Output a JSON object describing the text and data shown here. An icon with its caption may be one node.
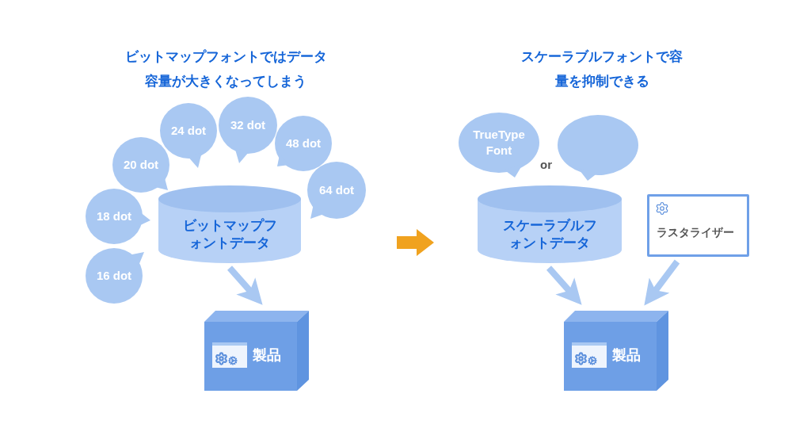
{
  "diagram": {
    "nodes": [
      {
        "text": [
          "16 dot"
        ]
      },
      {
        "text": [
          "18 dot"
        ]
      },
      {
        "text": [
          "20 dot"
        ]
      },
      {
        "text": [
          "24 dot"
        ]
      },
      {
        "text": [
          "32 dot"
        ]
      },
      {
        "text": [
          "48 dot"
        ]
      },
      {
        "text": [
          "64 dot"
        ]
      },
      {
        "text": [
          "ビットマップフォントデータ"
        ]
      },
      {
        "text": [
          "製品"
        ]
      },
      {
        "text": [
          "TrueType Font"
        ]
      },
      {
        "text": [],
        "shape": "circle"
      },
      {
        "text": [
          "スケーラブルフォントデータ"
        ]
      },
      {
        "text": [
          "ラスタライザー"
        ]
      },
      {
        "text": [
          "製品"
        ]
      }
    ],
    "edges": [
      {
        "from": 7,
        "to": 8,
        "arrow": "to"
      },
      {
        "from": 11,
        "to": 13,
        "arrow": "to"
      },
      {
        "from": 12,
        "to": 13,
        "arrow": "to"
      }
    ],
    "labels": [
      "ビットマップフォントではデータ容量が大きくなってしまう",
      "スケーラブルフォントで容量を抑制できる",
      "or"
    ]
  }
}
